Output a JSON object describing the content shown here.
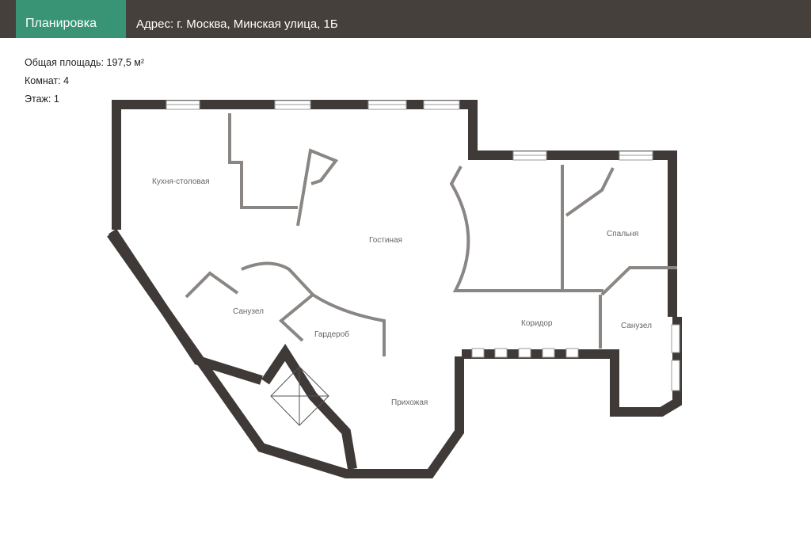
{
  "header": {
    "tab_label": "Планировка",
    "address": "Адрес: г. Москва, Минская улица, 1Б"
  },
  "info": {
    "area": "Общая площадь: 197,5 м²",
    "rooms": "Комнат: 4",
    "floor": "Этаж: 1"
  },
  "plan": {
    "rooms": {
      "kitchen": "Кухня-столовая",
      "living": "Гостиная",
      "bedroom": "Спальня",
      "bathroom_left": "Санузел",
      "wardrobe": "Гардероб",
      "corridor": "Коридор",
      "bathroom_right": "Санузел",
      "hallway": "Прихожая"
    },
    "colors": {
      "wall": "#3f3a37",
      "partition": "#8a8684",
      "accent": "#389474",
      "header": "#46403d"
    }
  }
}
